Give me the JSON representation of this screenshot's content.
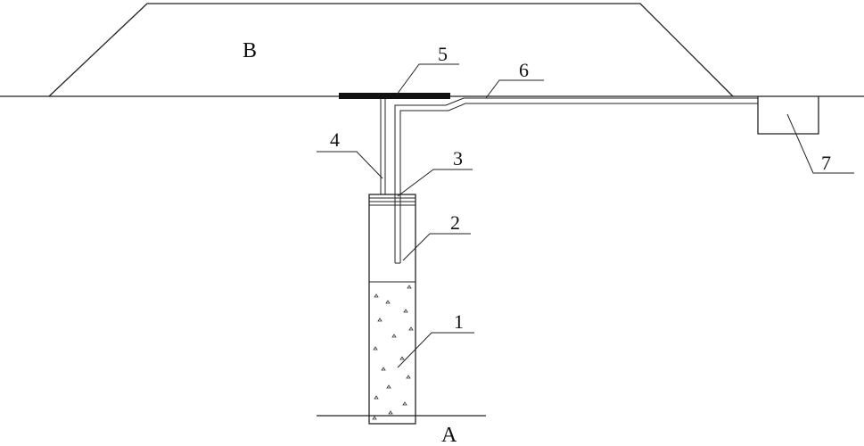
{
  "labels": {
    "b": "B",
    "a": "A",
    "n1": "1",
    "n2": "2",
    "n3": "3",
    "n4": "4",
    "n5": "5",
    "n6": "6",
    "n7": "7"
  },
  "colors": {
    "line": "#222222",
    "plate": "#111111",
    "background": "#ffffff"
  }
}
